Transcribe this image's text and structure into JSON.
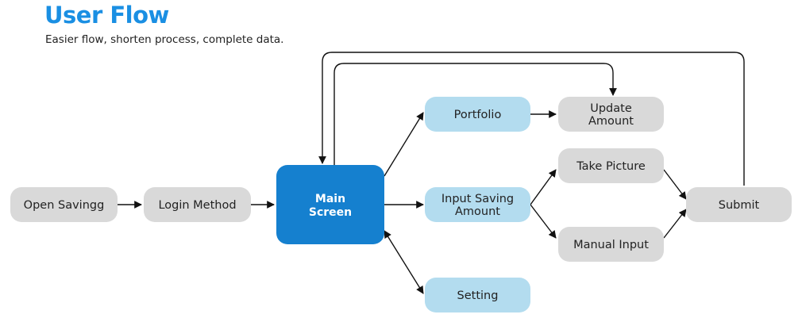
{
  "header": {
    "title": "User Flow",
    "subtitle": "Easier flow, shorten process, complete data."
  },
  "colors": {
    "title": "#1a8fe3",
    "node_gray": "#d9d9d9",
    "node_light_blue": "#b3dcef",
    "node_primary": "#1580cf",
    "arrow": "#111111"
  },
  "nodes": {
    "open_saving": {
      "label": "Open Savingg",
      "style": "gray"
    },
    "login_method": {
      "label": "Login Method",
      "style": "gray"
    },
    "main_screen": {
      "label": [
        "Main",
        "Screen"
      ],
      "style": "primary"
    },
    "portfolio": {
      "label": "Portfolio",
      "style": "light-blue"
    },
    "input_saving": {
      "label": [
        "Input Saving",
        "Amount"
      ],
      "style": "light-blue"
    },
    "setting": {
      "label": "Setting",
      "style": "light-blue"
    },
    "update_amount": {
      "label": [
        "Update",
        "Amount"
      ],
      "style": "gray"
    },
    "take_picture": {
      "label": "Take Picture",
      "style": "gray"
    },
    "manual_input": {
      "label": "Manual Input",
      "style": "gray"
    },
    "submit": {
      "label": "Submit",
      "style": "gray"
    }
  },
  "edges": [
    {
      "from": "open_saving",
      "to": "login_method"
    },
    {
      "from": "login_method",
      "to": "main_screen"
    },
    {
      "from": "main_screen",
      "to": "portfolio"
    },
    {
      "from": "main_screen",
      "to": "input_saving"
    },
    {
      "from": "main_screen",
      "to": "setting",
      "bidirectional": true
    },
    {
      "from": "portfolio",
      "to": "update_amount"
    },
    {
      "from": "input_saving",
      "to": "take_picture"
    },
    {
      "from": "input_saving",
      "to": "manual_input"
    },
    {
      "from": "take_picture",
      "to": "submit"
    },
    {
      "from": "manual_input",
      "to": "submit"
    },
    {
      "from": "main_screen",
      "to": "update_amount",
      "loop": "top"
    },
    {
      "from": "submit",
      "to": "main_screen",
      "loop": "top"
    }
  ]
}
